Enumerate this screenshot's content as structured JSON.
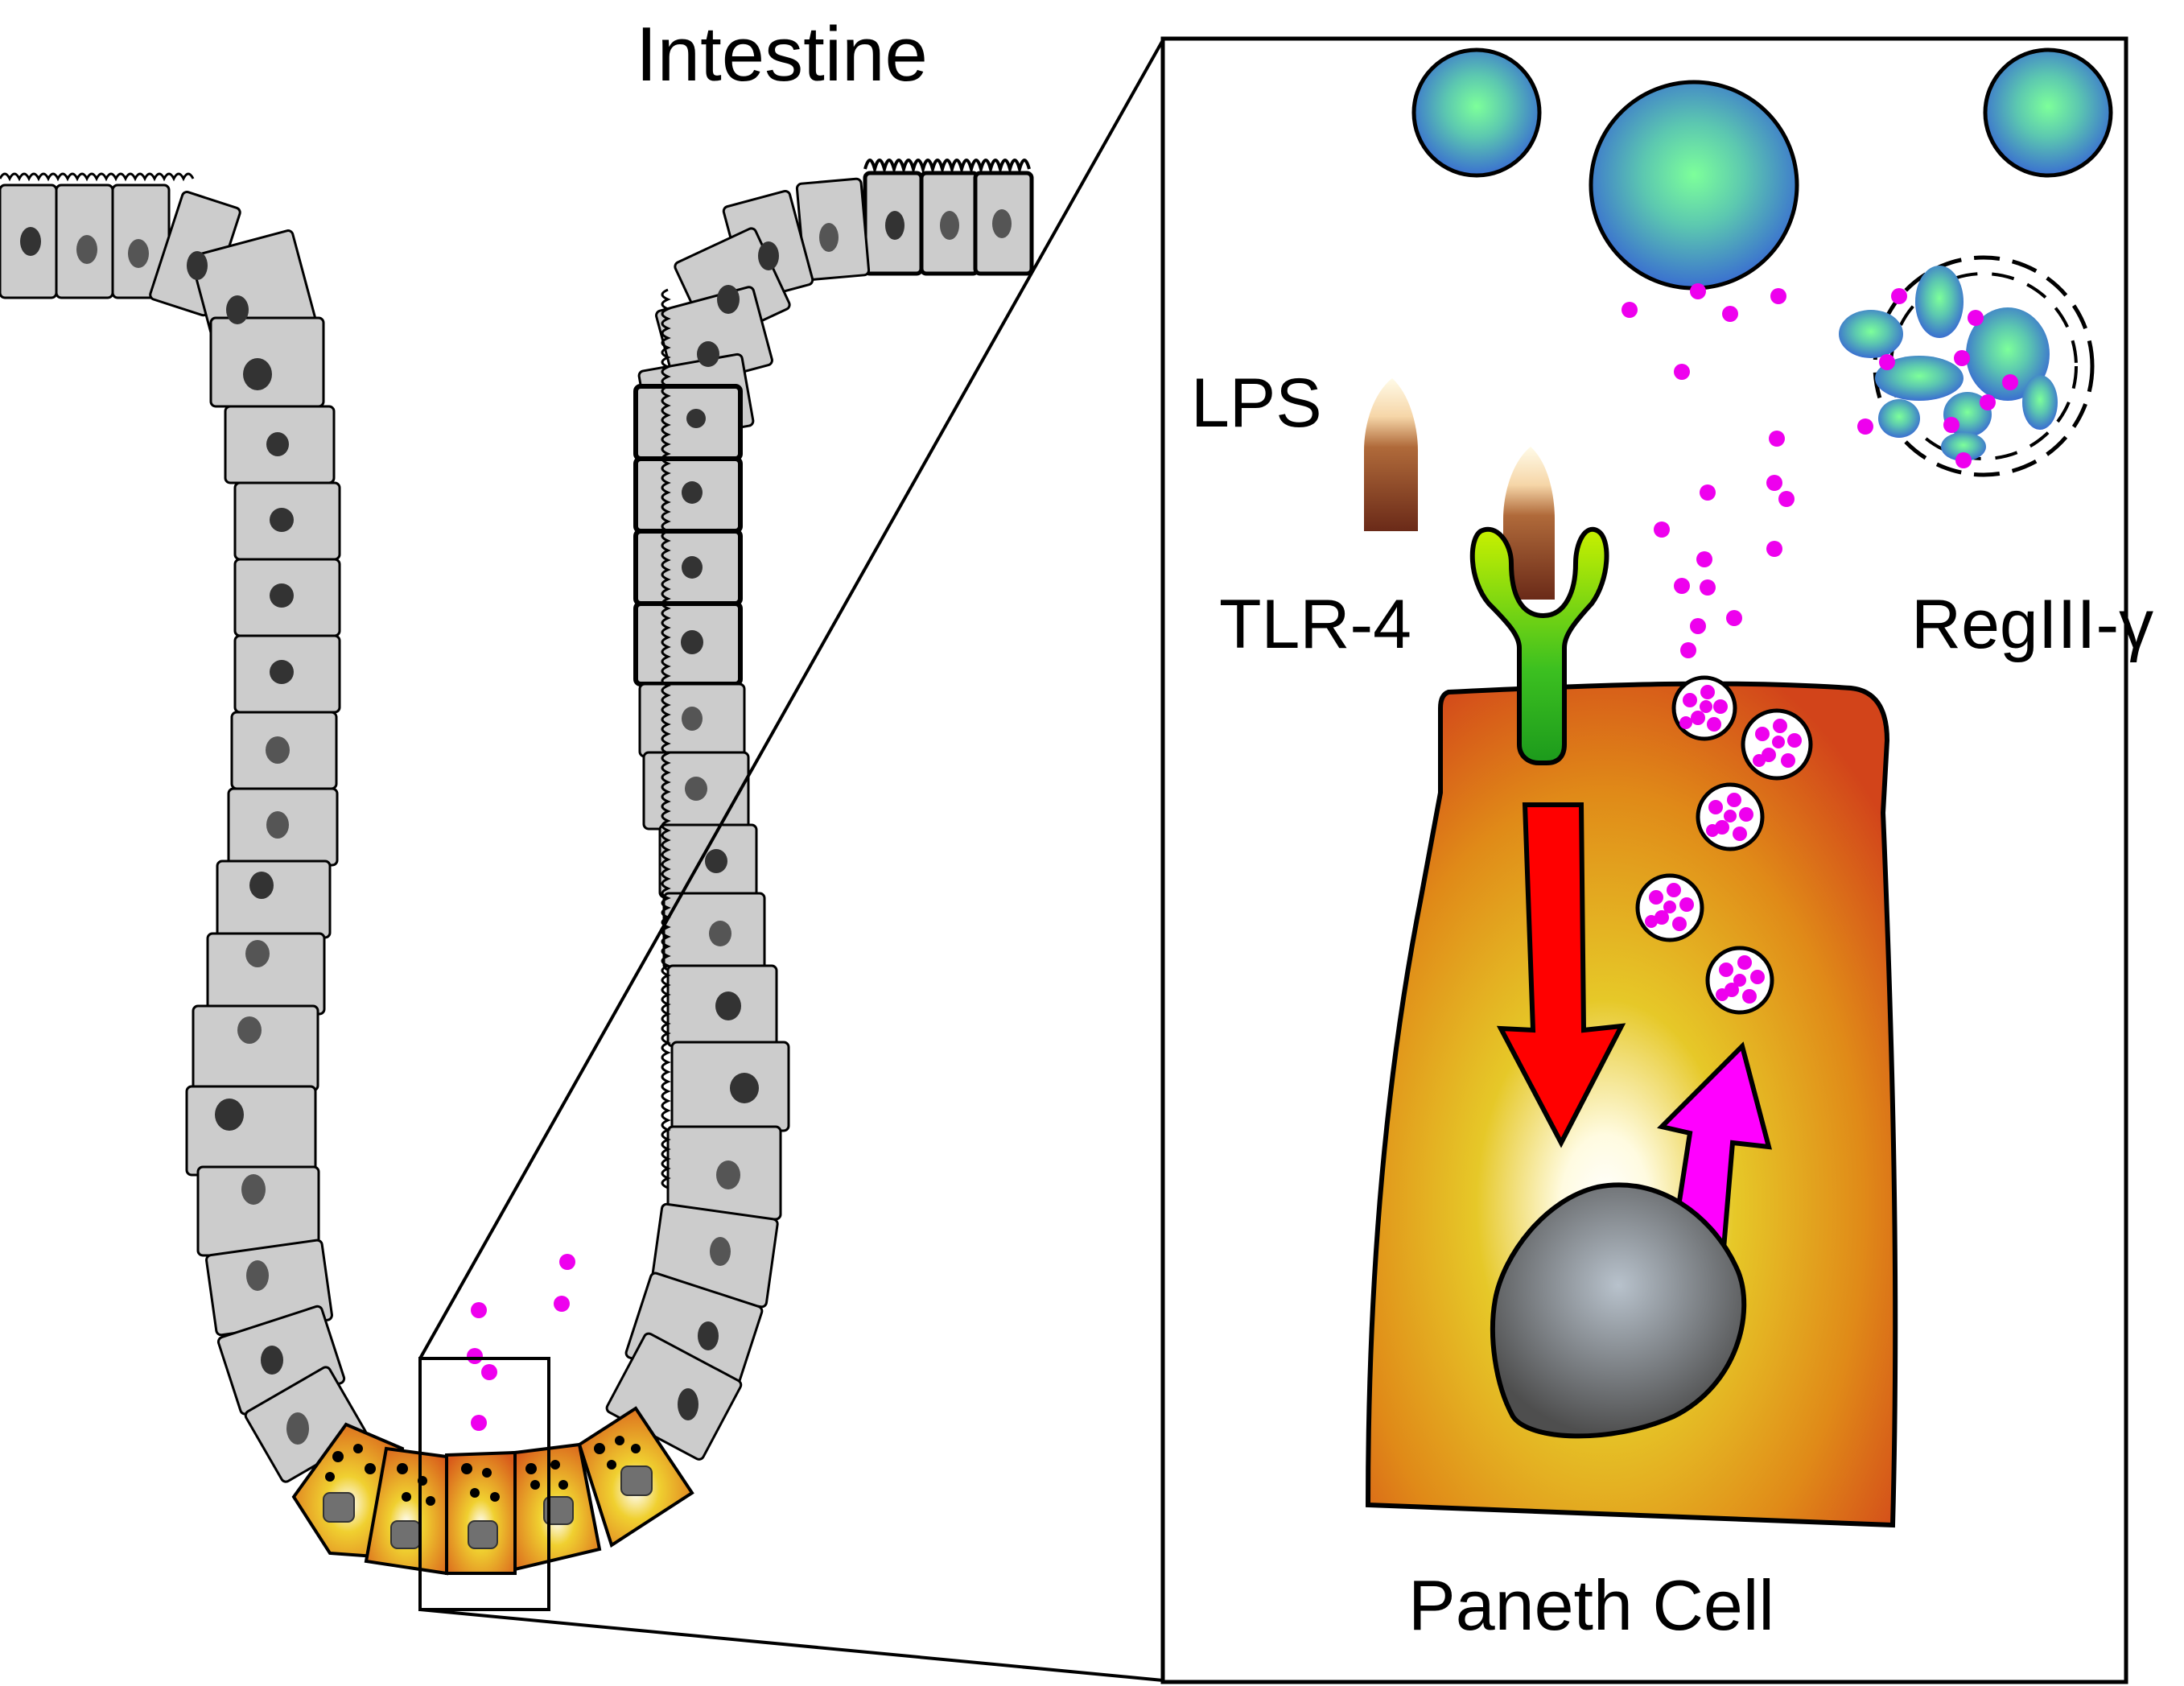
{
  "labels": {
    "intestine": "Intestine",
    "lps": "LPS",
    "tlr4": "TLR-4",
    "reg3g": "RegIII-γ",
    "paneth": "Paneth Cell"
  },
  "colors": {
    "epithelial_cell": "#cccccc",
    "epithelial_nucleus": "#333333",
    "paneth_outer": "#d0541a",
    "paneth_mid": "#e0a020",
    "paneth_glow": "#ffffe0",
    "nucleus_light": "#b0b8c0",
    "nucleus_dark": "#555555",
    "receptor": "#22b022",
    "receptor_light": "#c8f000",
    "down_arrow": "#ff0000",
    "up_arrow": "#ff00ff",
    "granule_dot": "#ee00ee",
    "bacteria_center": "#7dff9a",
    "bacteria_edge": "#3a6fd0",
    "outline": "#000000"
  }
}
